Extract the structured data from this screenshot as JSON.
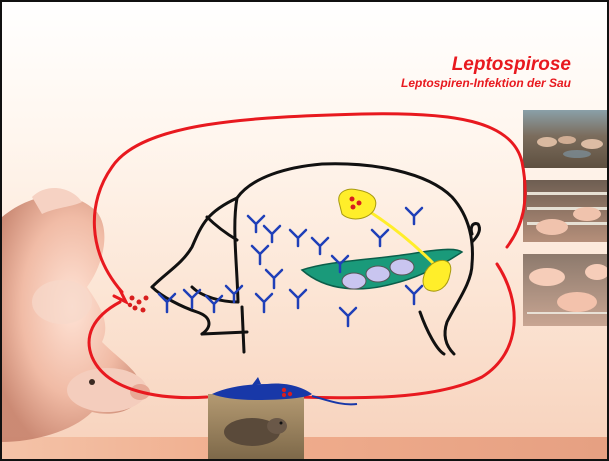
{
  "slide": {
    "title": "Leptospirose",
    "subtitle": "Leptospiren-Infektion der Sau"
  },
  "colors": {
    "cycle_arrow": "#e8191f",
    "antibodies": "#1f3fb8",
    "bacteria": "#d81e1e",
    "organs_yellow": "#ffee2a",
    "uterus_green": "#1a9a7a",
    "fetus_lavender": "#c9c5f0",
    "rat_blue": "#1838a8"
  },
  "diagram": {
    "pig_outline": "pig-outline",
    "cycle_arrow": "red-cycle-arrow",
    "rodent_vector": "blue-rat-vector"
  },
  "photos": [
    {
      "name": "photo-pigs-outdoor-pasture"
    },
    {
      "name": "photo-sows-in-crates"
    },
    {
      "name": "photo-pigs-in-pens"
    },
    {
      "name": "photo-piglets-left"
    },
    {
      "name": "photo-rat"
    }
  ]
}
